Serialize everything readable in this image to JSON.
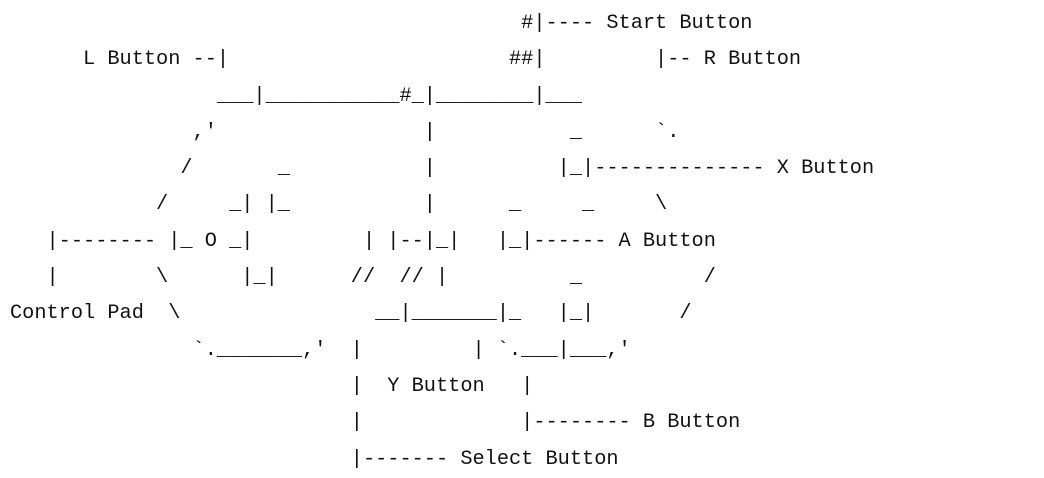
{
  "diagram": {
    "lines": [
      "                                          #|---- Start Button",
      "      L Button --|                       ##|         |-- R Button",
      "                 ___|___________#_|________|___",
      "               ,'                 |           _      `.",
      "              /       _           |          |_|-------------- X Button",
      "            /     _| |_           |      _     _     \\",
      "   |-------- |_ O _|         | |--|_|   |_|------ A Button",
      "   |        \\      |_|      //  // |          _          /",
      "Control Pad  \\                __|_______|_   |_|       /",
      "               `._______,'  |         | `.___|___,'",
      "                            |  Y Button   |",
      "                            |             |-------- B Button",
      "                            |------- Select Button"
    ],
    "labels": {
      "start": "Start Button",
      "l": "L Button",
      "r": "R Button",
      "x": "X Button",
      "a": "A Button",
      "control_pad": "Control Pad",
      "y": "Y Button",
      "b": "B Button",
      "select": "Select Button"
    }
  }
}
